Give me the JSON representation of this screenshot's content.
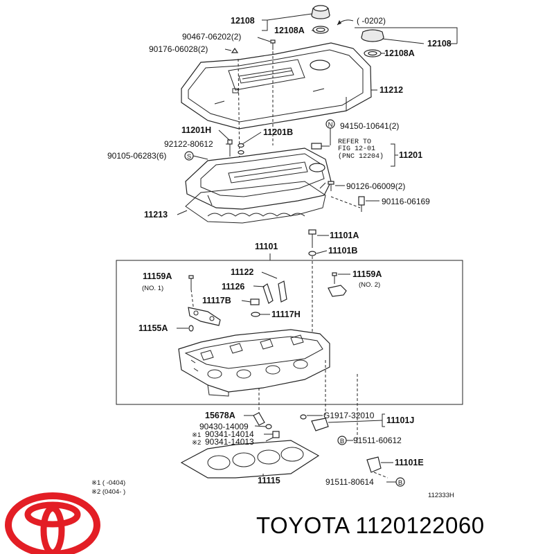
{
  "labels": {
    "p12108_top": "12108",
    "p12108a_top": "12108A",
    "p_range_0202": "( -0202)",
    "p12108_right": "12108",
    "p12108a_right": "12108A",
    "p90467": "90467-06202(2)",
    "p90176": "90176-06028(2)",
    "p11212": "11212",
    "p94150": "94150-10641(2)",
    "refer1": "REFER TO",
    "refer2": "FIG 12-01",
    "refer3": "(PNC 12204)",
    "p11201_right": "11201",
    "p11201h": "11201H",
    "p11201b": "11201B",
    "p92122": "92122-80612",
    "p90105": "90105-06283(6)",
    "p90126": "90126-06009(2)",
    "p90116": "90116-06169",
    "p11213": "11213",
    "p11101a": "11101A",
    "p11101b": "11101B",
    "p11101": "11101",
    "p11159a_l": "11159A",
    "no1": "(NO. 1)",
    "p11122": "11122",
    "p11126": "11126",
    "p11117b": "11117B",
    "p11117h": "11117H",
    "p11159a_r": "11159A",
    "no2": "(NO. 2)",
    "p11155a": "11155A",
    "p15678a": "15678A",
    "p90430": "90430-14009",
    "p90341_1": "90341-14014",
    "p90341_2": "90341-14013",
    "p11115": "11115",
    "pg1917": "G1917-32010",
    "p11101j": "11101J",
    "p91511_606": "91511-60612",
    "p11101e": "11101E",
    "p91511_806": "91511-80614",
    "note1": "※1 ( -0404)",
    "note2": "※2 (0404- )",
    "mark1": "※1",
    "mark2": "※2",
    "fig_code": "112333H",
    "marker_n": "N",
    "marker_s": "S",
    "marker_b": "B"
  },
  "brand": {
    "name": "TOYOTA",
    "part_number": "1120122060",
    "logo_color": "#e31e25"
  }
}
